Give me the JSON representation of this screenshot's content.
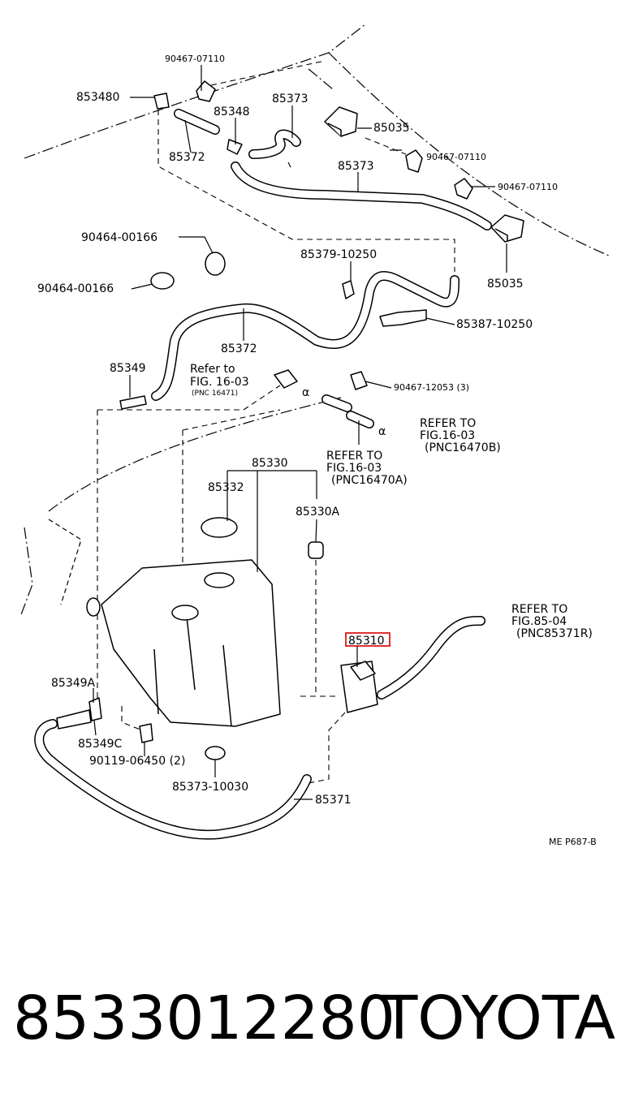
{
  "diagram": {
    "labels": {
      "clip_90467_07110_a": "90467-07110",
      "p85348d": "853480",
      "p85348": "85348",
      "p85373_top": "85373",
      "p85035_a": "85035",
      "p85372_a": "85372",
      "clip_90467_07110_b": "90467-07110",
      "p85373_mid": "85373",
      "clip_90467_07110_c": "90467-07110",
      "grommet_90464_00166_a": "90464-00166",
      "grommet_90464_00166_b": "90464-00166",
      "p85379_10250": "85379-10250",
      "p85035_b": "85035",
      "p85387_10250": "85387-10250",
      "p85372_b": "85372",
      "p85349": "85349",
      "refer_to_1": "Refer to",
      "fig_16_03_1": "FIG. 16-03",
      "pnc_16471": "(PNC 16471)",
      "clip_90467_12053": "90467-12053 (3)",
      "refer_to_2": "REFER TO",
      "fig_16_03_2": "FIG.16-03",
      "pnc_16470b": "(PNC16470B)",
      "refer_to_3": "REFER TO",
      "fig_16_03_3": "FIG.16-03",
      "pnc_16470a": "(PNC16470A)",
      "p85330": "85330",
      "p85332": "85332",
      "p85330a": "85330A",
      "refer_to_4": "REFER TO",
      "fig_85_04": "FIG.85-04",
      "pnc_85371r": "(PNC85371R)",
      "p85310": "85310",
      "p85349a": "85349A",
      "p85349c": "85349C",
      "bolt_90119_06450": "90119-06450 (2)",
      "p85373_10030": "85373-10030",
      "p85371": "85371",
      "diagram_code": "ME  P687-B"
    },
    "highlight_color": "#d40000"
  },
  "caption": {
    "part_number": "8533012280",
    "brand": "TOYOTA"
  }
}
